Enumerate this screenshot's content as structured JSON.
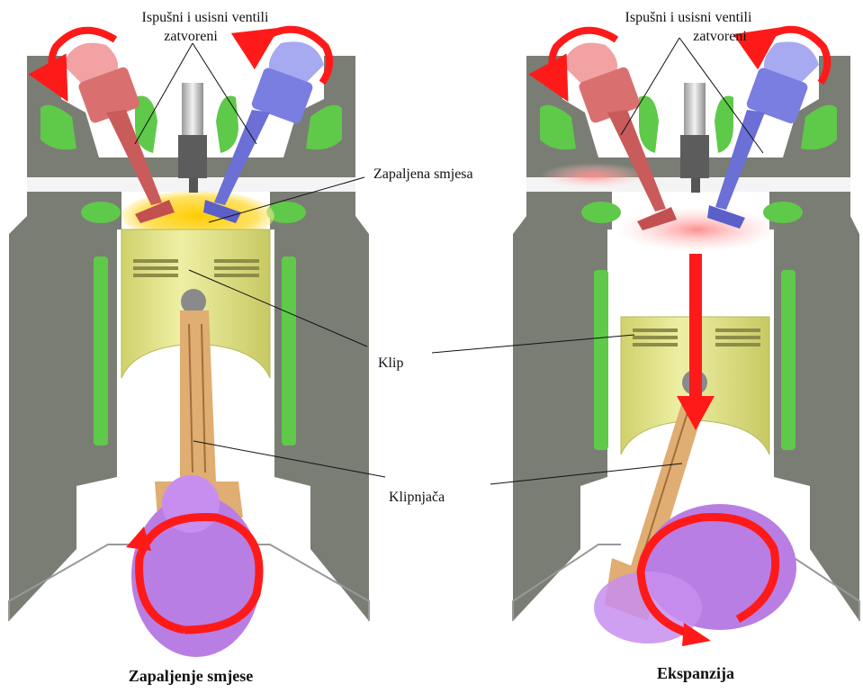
{
  "labels": {
    "valves_left": [
      "Ispušni i usisni ventili",
      "zatvoreni"
    ],
    "valves_right": [
      "Ispušni i usisni ventili",
      "zatvoreni"
    ],
    "mixture": "Zapaljena smjesa",
    "piston": "Klip",
    "rod": "Klipnjača"
  },
  "captions": {
    "left": "Zapaljenje smjese",
    "right": "Ekspanzija"
  },
  "colors": {
    "block": "#7a7d74",
    "block_light": "#a9aaa5",
    "coolant": "#5fc94a",
    "piston": "#e3e58e",
    "rod": "#e0ad72",
    "crank": "#b97ee3",
    "exhaust_valve": "#d9706f",
    "intake_valve": "#7a7ee0",
    "arrow": "#ff1a1a",
    "flame": "#ffd21f"
  }
}
